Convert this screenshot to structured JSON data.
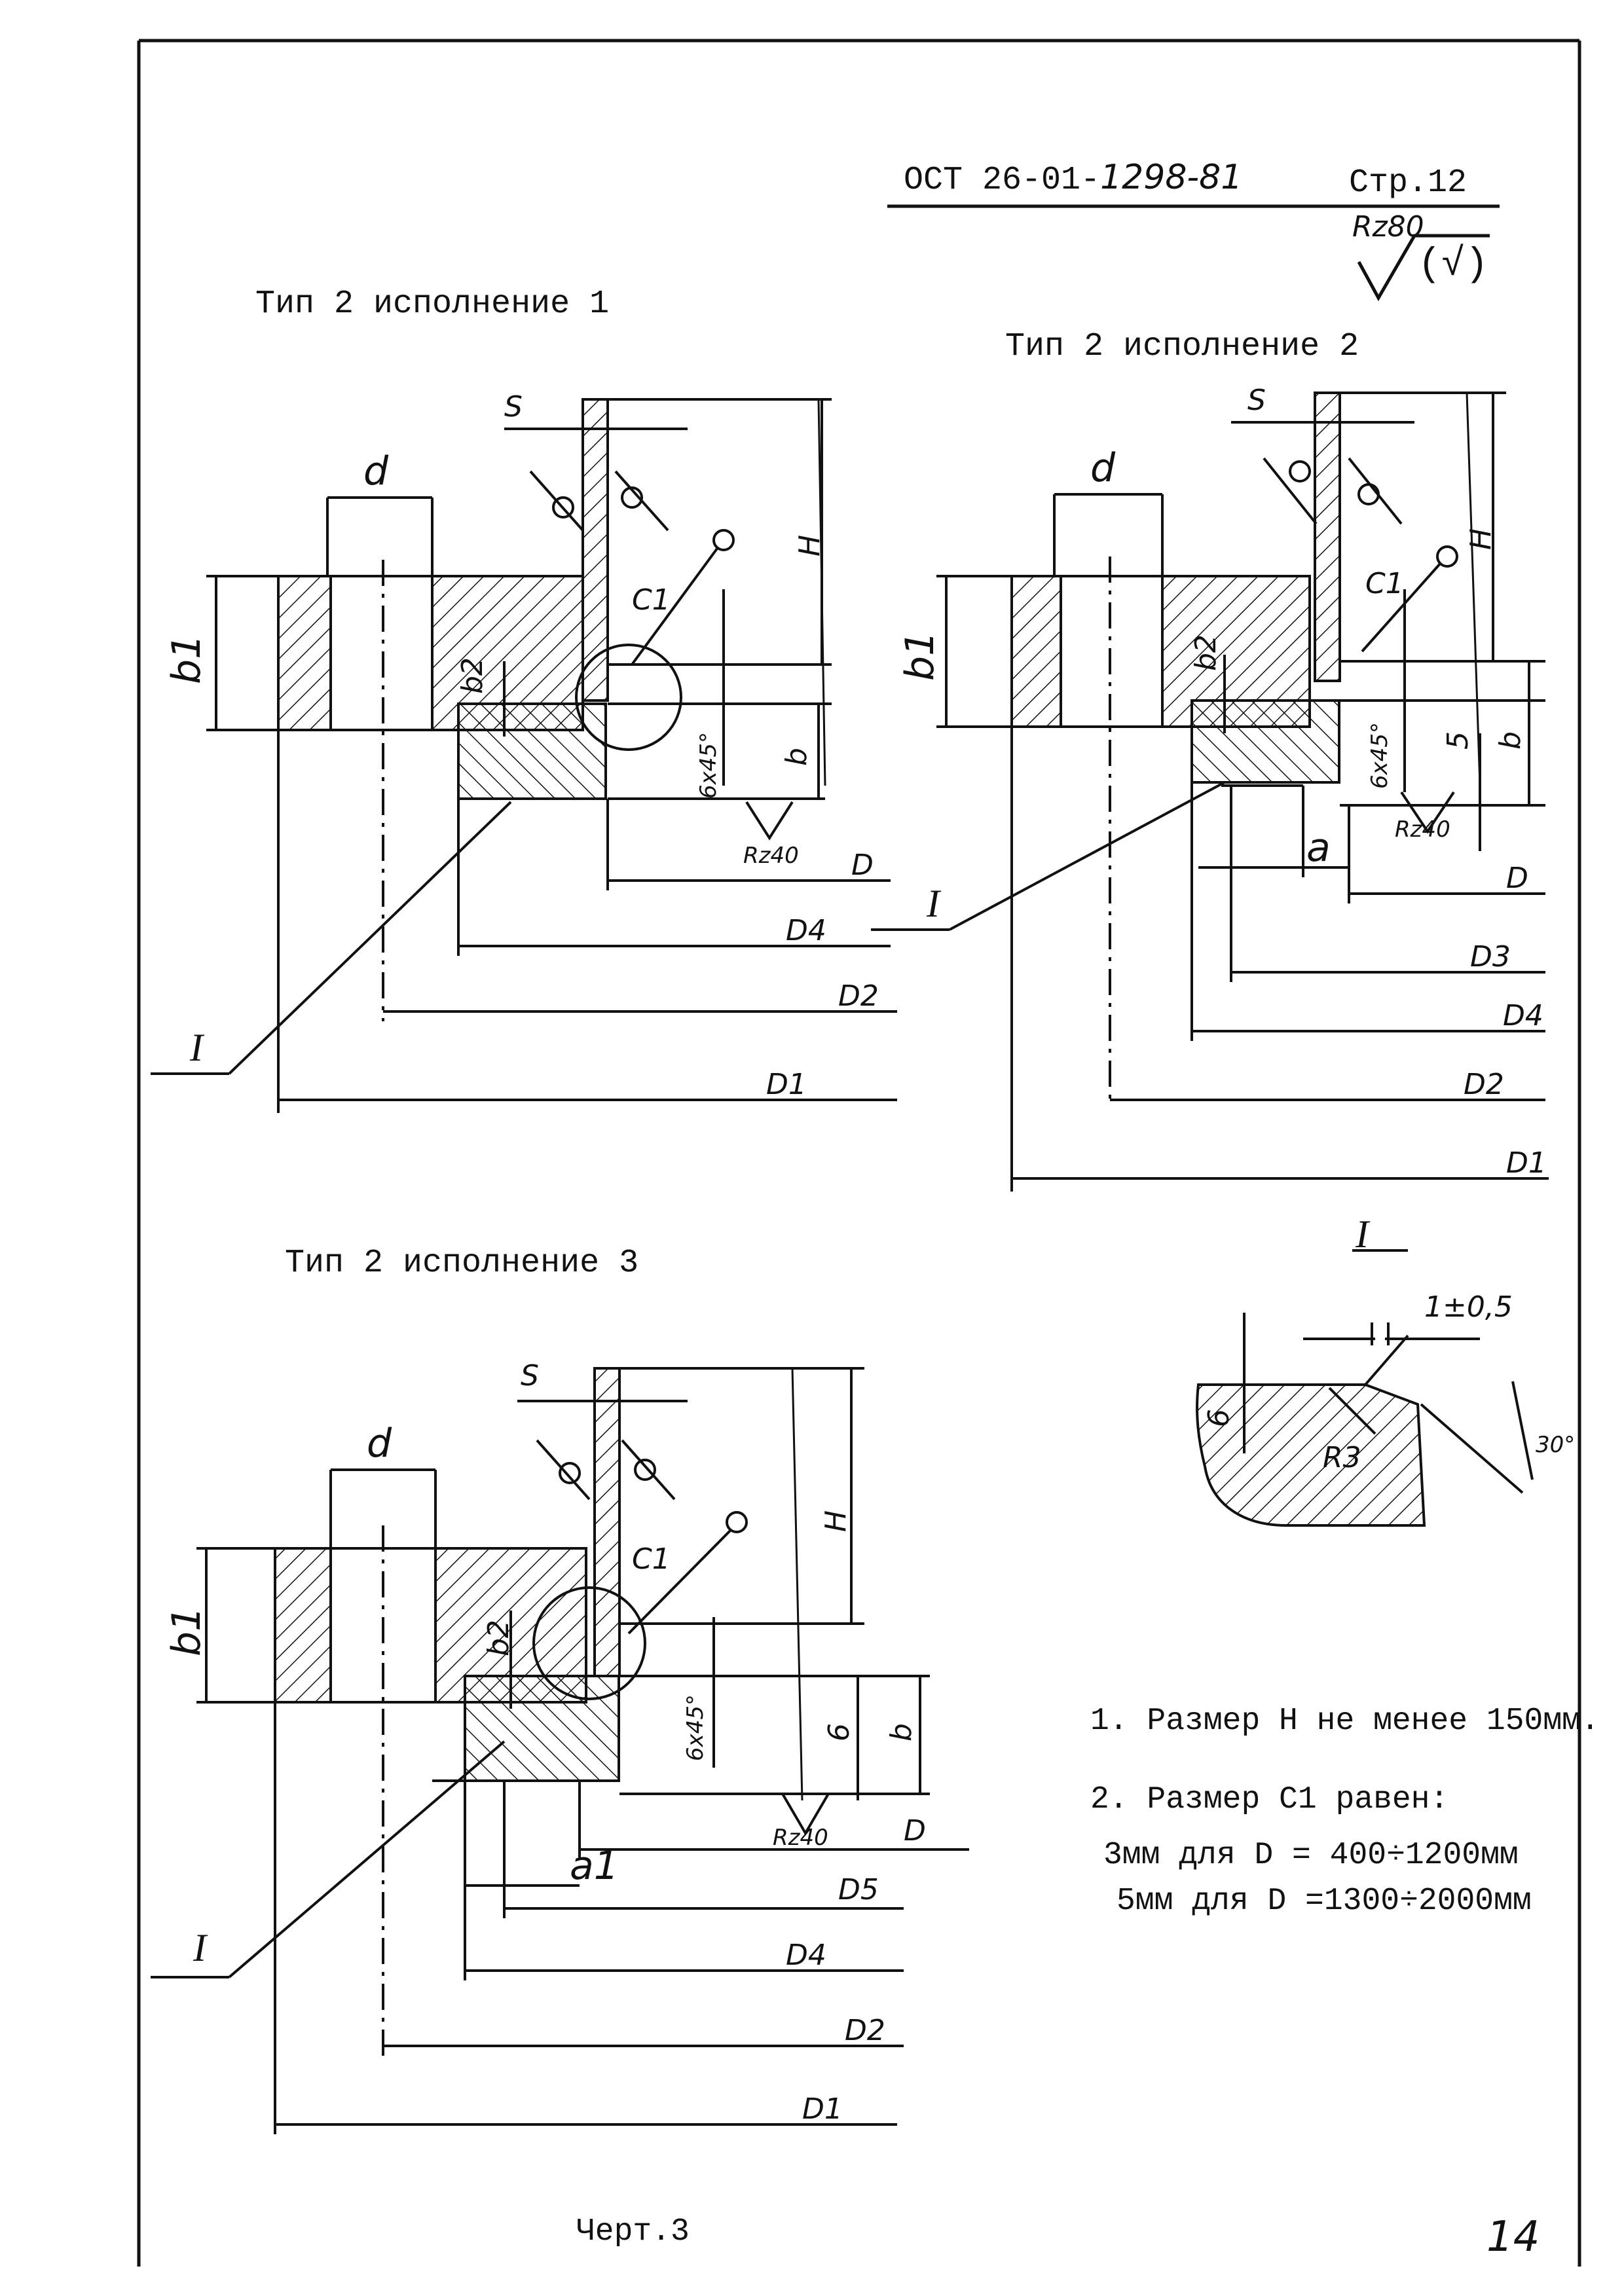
{
  "header": {
    "standard_prefix": "ОСТ 26-01-",
    "standard_number": "1298-81",
    "page": "Стр.12",
    "roughness_mark": "Rz80",
    "roughness_suffix": "(√)"
  },
  "views": [
    {
      "title": "Тип 2 исполнение 1",
      "labels": {
        "s": "S",
        "d": "d",
        "b1": "b1",
        "b2": "b2",
        "c1": "C1",
        "h": "H",
        "b": "b",
        "chamfer": "6x45°",
        "rz": "Rz40",
        "detail": "I"
      },
      "dims": [
        "D",
        "D4",
        "D2",
        "D1"
      ]
    },
    {
      "title": "Тип 2 исполнение 2",
      "labels": {
        "s": "S",
        "d": "d",
        "b1": "b1",
        "b2": "b2",
        "c1": "C1",
        "h": "H",
        "b": "b",
        "chamfer": "6x45°",
        "rz": "Rz40",
        "a": "a",
        "five": "5",
        "detail": "I"
      },
      "dims": [
        "D",
        "D3",
        "D4",
        "D2",
        "D1"
      ]
    },
    {
      "title": "Тип 2 исполнение 3",
      "labels": {
        "s": "S",
        "d": "d",
        "b1": "b1",
        "b2": "b2",
        "c1": "C1",
        "h": "H",
        "b": "b",
        "six": "6",
        "chamfer": "6x45°",
        "rz": "Rz40",
        "a1": "a1",
        "detail": "I"
      },
      "dims": [
        "D",
        "D5",
        "D4",
        "D2",
        "D1"
      ]
    }
  ],
  "detail_view": {
    "title": "I",
    "gap": "1±0,5",
    "thickness": "6",
    "radius": "R3",
    "angle": "30°"
  },
  "notes": [
    "1. Размер Н не менее 150мм.",
    "2. Размер С1 равен:",
    "3мм для D = 400÷1200мм",
    "5мм для D =1300÷2000мм"
  ],
  "footer": {
    "drawing_ref": "Черт.3",
    "sheet_number": "14"
  }
}
